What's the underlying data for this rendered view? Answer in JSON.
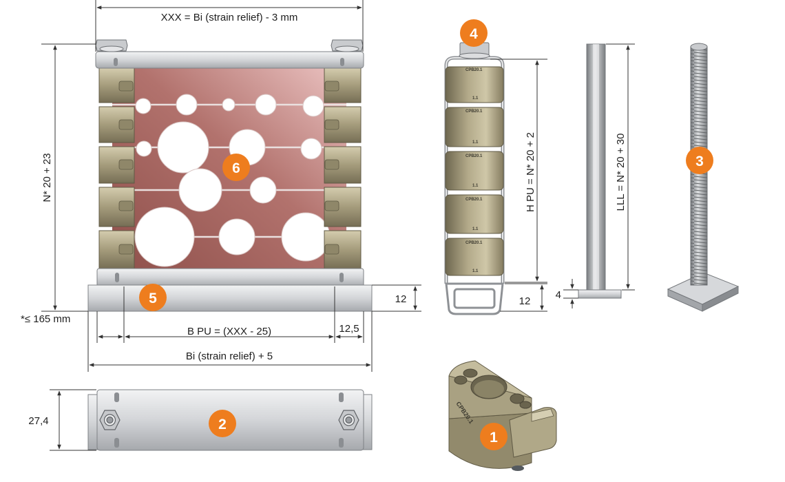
{
  "dimensions": {
    "xxx": "XXX = Bi (strain relief) - 3 mm",
    "n_height": "N* 20 + 23",
    "max_width": "*≤ 165 mm",
    "b_pu": "B PU = (XXX - 25)",
    "offset": "12,5",
    "bi_plus": "Bi (strain relief) + 5",
    "base_height_a": "12",
    "base_height_b": "12",
    "h_pu": "H PU = N* 20 + 2",
    "lll": "LLL = N* 20 + 30",
    "plate_thickness": "4",
    "top_depth": "27,4"
  },
  "part_labels": {
    "p1": "1",
    "p2": "2",
    "p3": "3",
    "p4": "4",
    "p5": "5",
    "p6": "6"
  },
  "block_marking": "CPB20.1",
  "block_marking_small": "1.1",
  "colors": {
    "badge": "#ee7d1e",
    "block": "#a89f80",
    "plate": "#b87e78",
    "metal": "#cfd1d4",
    "dim_line": "#333333"
  }
}
